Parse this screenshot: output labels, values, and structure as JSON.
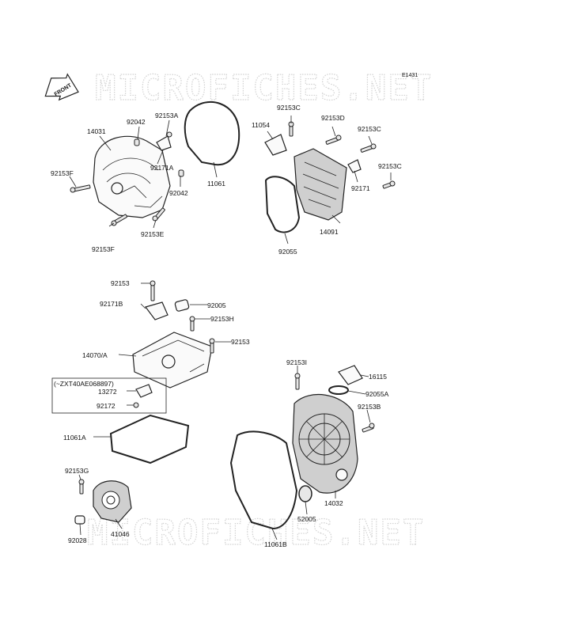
{
  "diagram_code": "E1431",
  "watermark": "MICROFICHES.NET",
  "front_label": "FRONT",
  "callouts": [
    "14031",
    "92042",
    "92153A",
    "92153F",
    "92171A",
    "92042",
    "11061",
    "92153F",
    "92153E",
    "92153C",
    "11054",
    "92153D",
    "92153C",
    "92153C",
    "92171",
    "14091",
    "92055",
    "92153",
    "92171B",
    "92005",
    "92153H",
    "14070/A",
    "92153",
    "(~ZXT40AE068897)",
    "13272",
    "92172",
    "11061A",
    "92153I",
    "16115",
    "92055A",
    "92153B",
    "14032",
    "52005",
    "11061B",
    "92153G",
    "92028",
    "41046"
  ]
}
